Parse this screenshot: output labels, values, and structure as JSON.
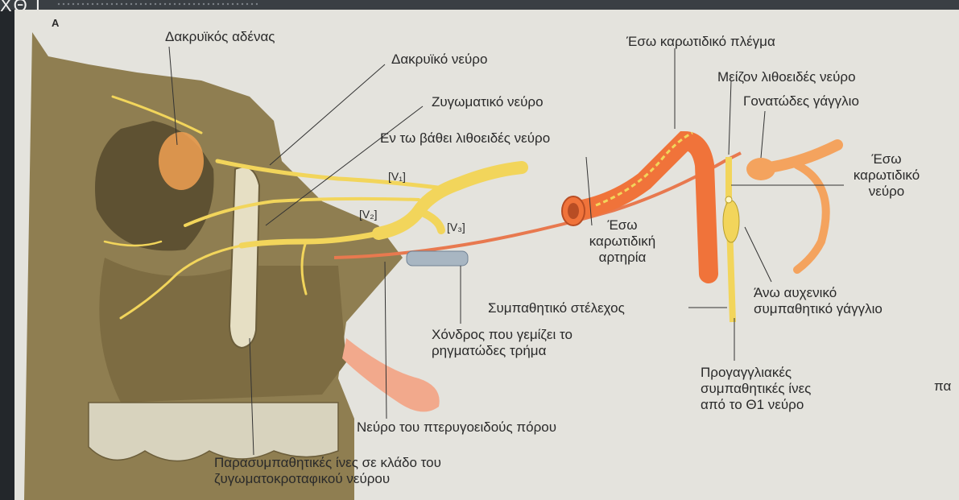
{
  "corner": {
    "text": "ΧΘ Ι"
  },
  "figure": {
    "panel_letter": "Α",
    "labels": {
      "lacrimal_gland": "Δακρυϊκός αδένας",
      "lacrimal_nerve": "Δακρυϊκό νεύρο",
      "zygomatic_nerve": "Ζυγωματικό νεύρο",
      "deep_petrosal_nerve": "Εν τω βάθει λιθοειδές νεύρο",
      "v1": "[V₁]",
      "v2": "[V₂]",
      "v3": "[V₃]",
      "internal_carotid_plexus": "Έσω καρωτιδικό πλέγμα",
      "greater_petrosal_nerve": "Μείζον λιθοειδές νεύρο",
      "geniculate_ganglion": "Γονατώδες γάγγλιο",
      "internal_carotid_nerve_1": "Έσω",
      "internal_carotid_nerve_2": "καρωτιδικό",
      "internal_carotid_nerve_3": "νεύρο",
      "internal_carotid_artery_1": "Έσω",
      "internal_carotid_artery_2": "καρωτιδική",
      "internal_carotid_artery_3": "αρτηρία",
      "superior_cervical_ganglion_1": "Άνω αυχενικό",
      "superior_cervical_ganglion_2": "συμπαθητικό γάγγλιο",
      "sympathetic_trunk": "Συμπαθητικό στέλεχος",
      "cartilage_1": "Χόνδρος που γεμίζει το",
      "cartilage_2": "ρηγματώδες τρήμα",
      "preganglionic_1": "Προγαγγλιακές",
      "preganglionic_2": "συμπαθητικές ίνες",
      "preganglionic_3": "από το Θ1 νεύρο",
      "pterygoid_canal_nerve": "Νεύρο του πτερυγοειδούς πόρου",
      "parasympathetic_1": "Παρασυμπαθητικές ίνες σε κλάδο του",
      "parasympathetic_2": "ζυγωματοκροταφικού νεύρου",
      "edge_fragment": "πα"
    }
  },
  "colors": {
    "paper": "#e4e3dd",
    "bone": "#8a7a4e",
    "nerve": "#f2d55b",
    "artery": "#f0733a",
    "sympathetic": "#f4a35e"
  }
}
